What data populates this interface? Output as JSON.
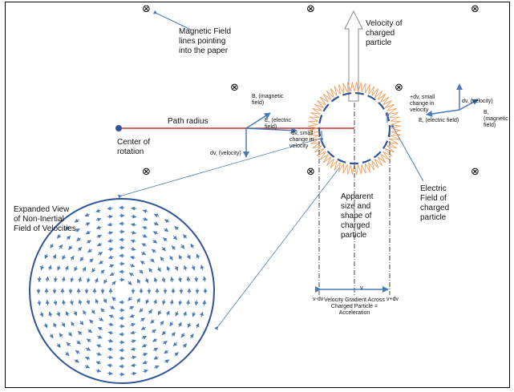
{
  "field_symbol": "⊗",
  "labels": {
    "magnetic_field_lines": "Magnetic Field lines pointing into the paper",
    "velocity_of_particle": "Velocity of charged particle",
    "path_radius": "Path radius",
    "center_of_rotation": "Center of rotation",
    "b_left": "B, (magnetic field)",
    "e_left": "E, (electric field)",
    "dv_left": "dv, (velocity)",
    "minus_dv": "-dv, small change in velocity",
    "plus_dv": "+dv, small change in velocity",
    "dv_right": "dv, (velocity)",
    "b_right": "B, (magnetic field)",
    "e_right": "E, (electric field)",
    "electric_field_of_particle": "Electric Field of charged particle",
    "apparent_size": "Apparent size and shape of charged particle",
    "expanded_view": "Expanded View of Non-Inertial Field of Velocities",
    "v_minus_dv": "v-dv",
    "v": "v",
    "v_plus_dv": "v+dv",
    "velocity_gradient": "Velocity Gradient  Across Charged Particle = Acceleration"
  },
  "colors": {
    "arrow_blue": "#4a7ab8",
    "dark_blue": "#2f5597",
    "radius_red": "#c0392b",
    "halo_orange": "#f0a060",
    "field_grey": "#e0e0e0"
  }
}
